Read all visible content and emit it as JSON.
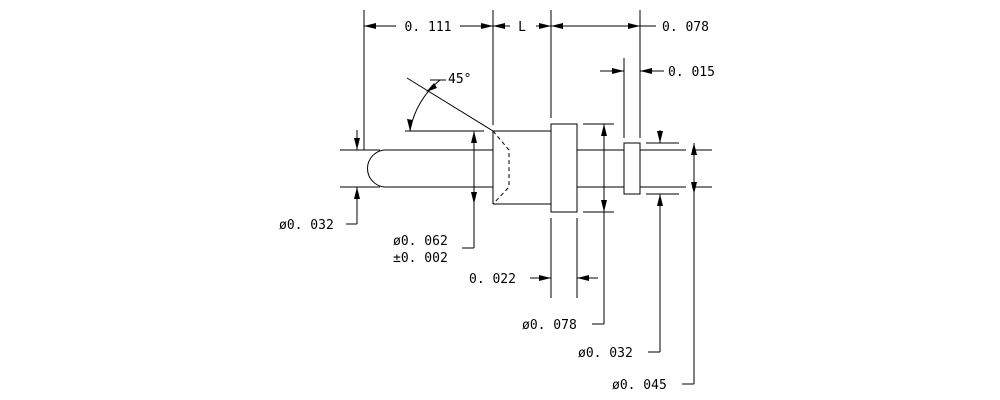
{
  "dimensions": {
    "top_length_1": "0. 111",
    "top_length_var": "L",
    "top_length_2": "0. 078",
    "shoulder_width": "0. 015",
    "chamfer_angle": "45°",
    "tip_diameter": "ø0. 032",
    "body_diameter": "ø0. 062",
    "body_tolerance": "±0. 002",
    "flange_width": "0. 022",
    "flange_diameter": "ø0. 078",
    "tail_diameter": "ø0. 032",
    "collar_diameter": "ø0. 045"
  }
}
